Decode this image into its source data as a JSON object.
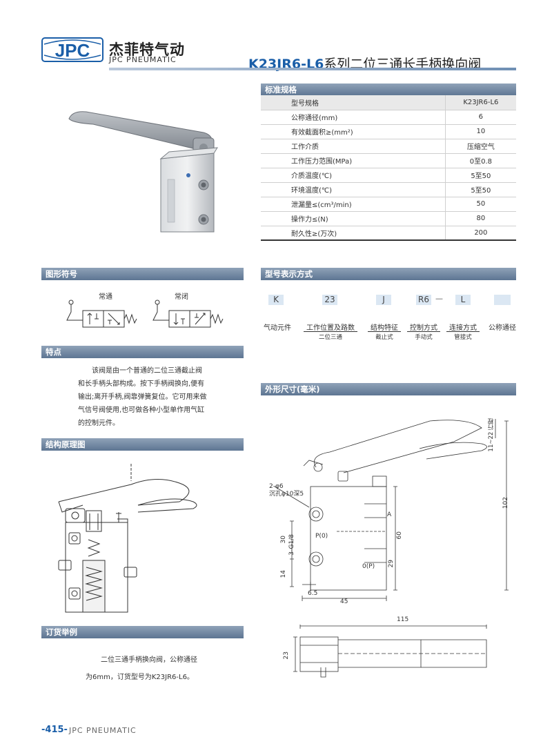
{
  "header": {
    "brand_logo": "JPC",
    "brand_cn": "杰菲特气动",
    "brand_en": "JPC PNEUMATIC",
    "title_model": "K23JR6-L6",
    "title_rest": "系列二位三通长手柄换向阀"
  },
  "sections": {
    "spec": "标准规格",
    "symbol": "图形符号",
    "model_code": "型号表示方式",
    "features": "特点",
    "structure": "结构原理图",
    "dimensions": "外形尺寸(毫米)",
    "order": "订货举例"
  },
  "spec_table": {
    "header": [
      "型号规格",
      "K23JR6-L6"
    ],
    "rows": [
      [
        "公称通径(mm)",
        "6"
      ],
      [
        "有效截面积≥(mm²)",
        "10"
      ],
      [
        "工作介质",
        "压缩空气"
      ],
      [
        "工作压力范围(MPa)",
        "0至0.8"
      ],
      [
        "介质温度(℃)",
        "5至50"
      ],
      [
        "环境温度(℃)",
        "5至50"
      ],
      [
        "泄漏量≤(cm³/min)",
        "50"
      ],
      [
        "操作力≤(N)",
        "80"
      ],
      [
        "耐久性≥(万次)",
        "200"
      ]
    ]
  },
  "symbols": {
    "normally_open": "常通",
    "normally_closed": "常闭"
  },
  "model_code": {
    "codes": [
      "K",
      "23",
      "J",
      "R6",
      "L",
      ""
    ],
    "dash": "—",
    "labels": [
      "气动元件",
      "工作位置及路数",
      "结构特征",
      "控制方式",
      "连接方式",
      "公称通径"
    ],
    "subs": [
      "",
      "二位三通",
      "截止式",
      "手动式",
      "管接式",
      ""
    ]
  },
  "features": {
    "lines": [
      "该阀是由一个普通的二位三通截止阀",
      "和长手柄头部构成。按下手柄阀换向,便有",
      "输出;离开手柄,阀靠弹簧复位。它可用来做",
      "气信号阀使用,也可做各种小型单作用气缸",
      "的控制元件。"
    ]
  },
  "order": {
    "lines": [
      "二位三通手柄换向阀，公称通径",
      "为6mm，订货型号为K23JR6-L6。"
    ]
  },
  "dimensions": {
    "hole_spec_1": "2-φ6",
    "hole_spec_2": "沉孔φ10深5",
    "port_a": "A",
    "port_p": "P(0)",
    "port_o": "0(P)",
    "thread": "3-G1/8",
    "travel": "11~22",
    "travel_label": "行程",
    "d102": "102",
    "d60": "60",
    "d30": "30",
    "d29": "29",
    "d14": "14",
    "d6_5": "6.5",
    "d45": "45",
    "d115": "115",
    "d23": "23"
  },
  "footer": {
    "page": "-415-",
    "text": "JPC PNEUMATIC"
  },
  "colors": {
    "accent_blue": "#1a5ea8",
    "section_bar": "#6f86a2",
    "code_box": "#dbe7f3"
  }
}
